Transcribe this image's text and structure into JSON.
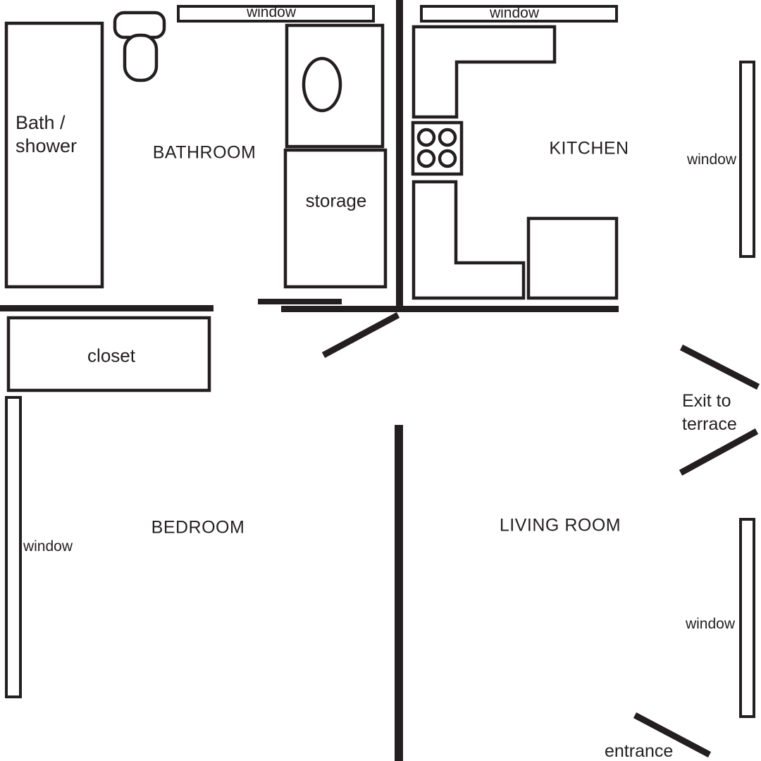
{
  "meta": {
    "diagram_type": "apartment floor plan",
    "ink_color": "#231f20",
    "background_color": "#ffffff"
  },
  "rooms": {
    "bathroom": "BATHROOM",
    "kitchen": "KITCHEN",
    "bedroom": "BEDROOM",
    "living_room": "LIVING ROOM"
  },
  "fixtures": {
    "bath_line1": "Bath /",
    "bath_line2": "shower",
    "storage": "storage",
    "closet": "closet"
  },
  "windows": {
    "bathroom_top": "window",
    "kitchen_top": "window",
    "kitchen_right": "window",
    "bedroom_left": "window",
    "living_room_right": "window"
  },
  "doors": {
    "terrace_line1": "Exit to",
    "terrace_line2": "terrace",
    "entrance": "entrance"
  }
}
